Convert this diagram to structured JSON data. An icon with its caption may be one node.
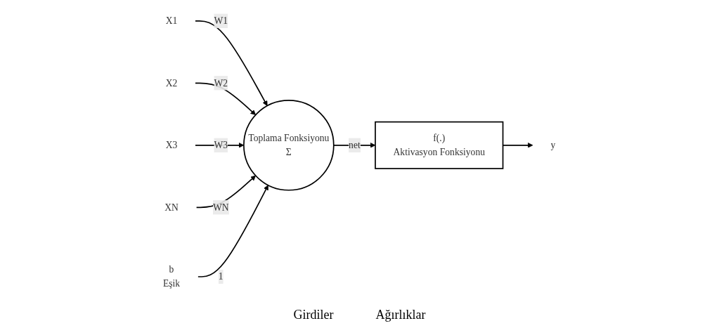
{
  "diagram": {
    "nodes": [
      {
        "text": [
          "X1"
        ]
      },
      {
        "text": [
          "X2"
        ]
      },
      {
        "text": [
          "X3"
        ]
      },
      {
        "text": [
          "XN"
        ]
      },
      {
        "text": [
          "Toplama Fonksiyonu",
          "Σ"
        ]
      },
      {
        "text": [
          "b",
          "Eşik"
        ]
      },
      {
        "text": [
          "f(.)",
          "Aktivasyon Fonksiyonu"
        ]
      },
      {
        "text": [
          "y"
        ]
      }
    ],
    "edges": [
      {
        "from": 0,
        "to": 4,
        "arrow": "to",
        "label": "W1"
      },
      {
        "from": 1,
        "to": 4,
        "arrow": "to",
        "label": "W2"
      },
      {
        "from": 2,
        "to": 4,
        "arrow": "to",
        "label": "W3"
      },
      {
        "from": 3,
        "to": 4,
        "arrow": "to",
        "label": "WN"
      },
      {
        "from": 5,
        "to": 4,
        "arrow": "to",
        "label": "1"
      },
      {
        "from": 4,
        "to": 6,
        "arrow": "to",
        "label": "net"
      },
      {
        "from": 6,
        "to": 7,
        "arrow": "to"
      }
    ],
    "labels": [
      "Girdiler",
      "Ağırlıklar"
    ]
  }
}
